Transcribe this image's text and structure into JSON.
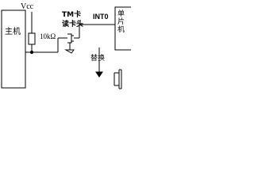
{
  "labels": {
    "vcc": "Vcc",
    "resistor": "10kΩ",
    "int0": "INT0",
    "tm_card_line1": "TM卡",
    "tm_card_line2": "读卡头",
    "host": "主机",
    "mcu": "单片机",
    "replace": "替换"
  }
}
